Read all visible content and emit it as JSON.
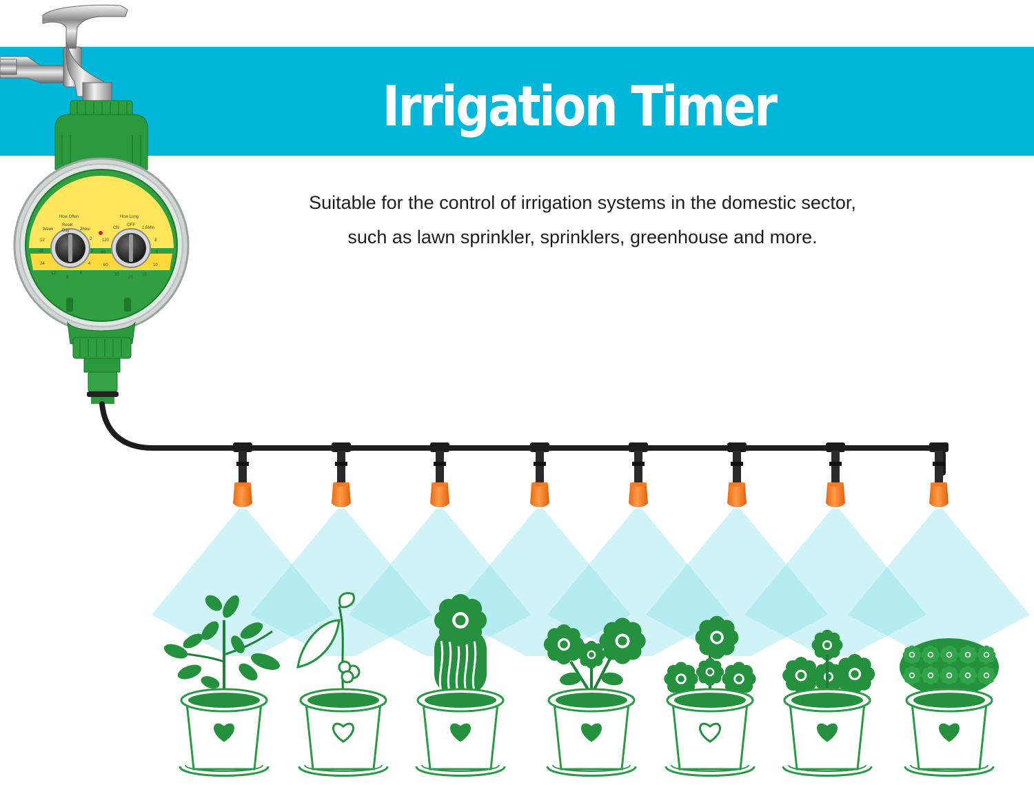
{
  "banner": {
    "title": "Irrigation Timer",
    "color": "#00b6d9"
  },
  "description": {
    "line1": "Suitable for the control of irrigation systems in the domestic sector,",
    "line2": "such as lawn sprinkler, sprinklers, greenhouse and more."
  },
  "timer": {
    "left_dial": {
      "heading": "How Often",
      "labels": [
        "Reset",
        "Week",
        "Day",
        "2hour"
      ],
      "scale": [
        "12",
        "48",
        "24",
        "12",
        "8",
        "6",
        "4",
        "3",
        "2"
      ]
    },
    "right_dial": {
      "heading": "How Long",
      "labels": [
        "ON",
        "OFF",
        "1.5Min"
      ],
      "scale": [
        "120",
        "90",
        "60",
        "30",
        "20",
        "15",
        "10",
        "5",
        "3"
      ]
    }
  },
  "sprinkler_count": 8,
  "plant_count": 7,
  "colors": {
    "nozzle": "#f57a25",
    "pipe": "#1c1c1c",
    "spray": "#8fe2ec",
    "plant": "#25913f",
    "plant_dark": "#1f7f38",
    "pot_outline": "#2a9946",
    "dial_face": "#ffe55c",
    "timer_green": "#2b9a3e"
  },
  "icons": {
    "faucet": "faucet-icon",
    "heart": "heart-icon",
    "sprinkler": "sprinkler-nozzle-icon"
  }
}
